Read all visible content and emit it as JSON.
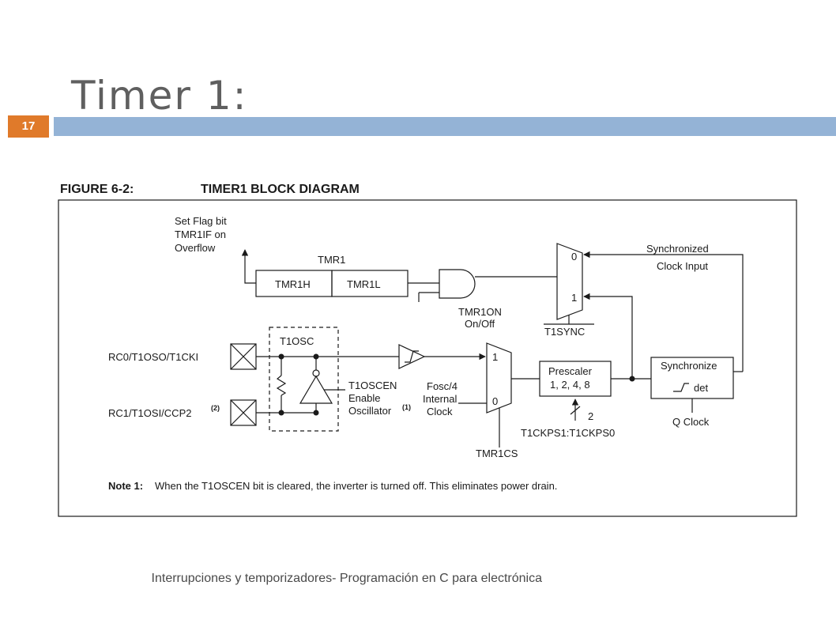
{
  "slide": {
    "title": "Timer 1:",
    "page_number": "17",
    "footer": "Interrupciones y temporizadores- Programación en C para electrónica"
  },
  "figure": {
    "number": "FIGURE 6-2:",
    "title": "TIMER1 BLOCK DIAGRAM",
    "note_label": "Note 1:",
    "note_text": "When the T1OSCEN bit is cleared, the inverter is turned off. This eliminates power drain."
  },
  "diagram": {
    "flag_label": [
      "Set Flag bit",
      "TMR1IF on",
      "Overflow"
    ],
    "tmr1_label": "TMR1",
    "tmr1h_label": "TMR1H",
    "tmr1l_label": "TMR1L",
    "tmr1on_label": [
      "TMR1ON",
      "On/Off"
    ],
    "sync_input_label": [
      "Synchronized",
      "Clock Input"
    ],
    "mux_sync_0": "0",
    "mux_sync_1": "1",
    "t1sync_label": "T1SYNC",
    "t1osc_label": "T1OSC",
    "pin_rc0_label": "RC0/T1OSO/T1CKI",
    "pin_rc1_label": "RC1/T1OSI/CCP2",
    "pin_rc1_sup": "(2)",
    "t1oscen_label": [
      "T1OSCEN",
      "Enable",
      "Oscillator"
    ],
    "t1oscen_sup": "(1)",
    "fosc_label": [
      "Fosc/4",
      "Internal",
      "Clock"
    ],
    "mux_cs_1": "1",
    "mux_cs_0": "0",
    "tmr1cs_label": "TMR1CS",
    "prescaler_label": [
      "Prescaler",
      "1, 2, 4, 8"
    ],
    "bus_width": "2",
    "t1ckps_label": "T1CKPS1:T1CKPS0",
    "synchronize_label": "Synchronize",
    "det_label": "det",
    "qclock_label": "Q Clock"
  }
}
